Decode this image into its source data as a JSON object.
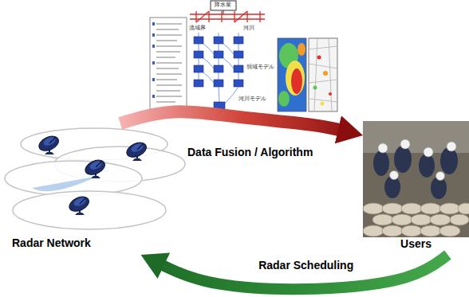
{
  "diagram": {
    "nodes": [
      {
        "text": [
          "Radar Network"
        ]
      },
      {
        "text": [
          "Data Fusion / Algorithm"
        ]
      },
      {
        "text": [
          "Users"
        ]
      }
    ],
    "edges": [
      {
        "from": 0,
        "to": 2,
        "arrow": "to"
      },
      {
        "from": 2,
        "to": 0,
        "label": "Radar Scheduling",
        "arrow": "to"
      }
    ],
    "labels": [
      "降水量",
      "流域界",
      "河川",
      "領域モデル",
      "河川モデル"
    ]
  }
}
